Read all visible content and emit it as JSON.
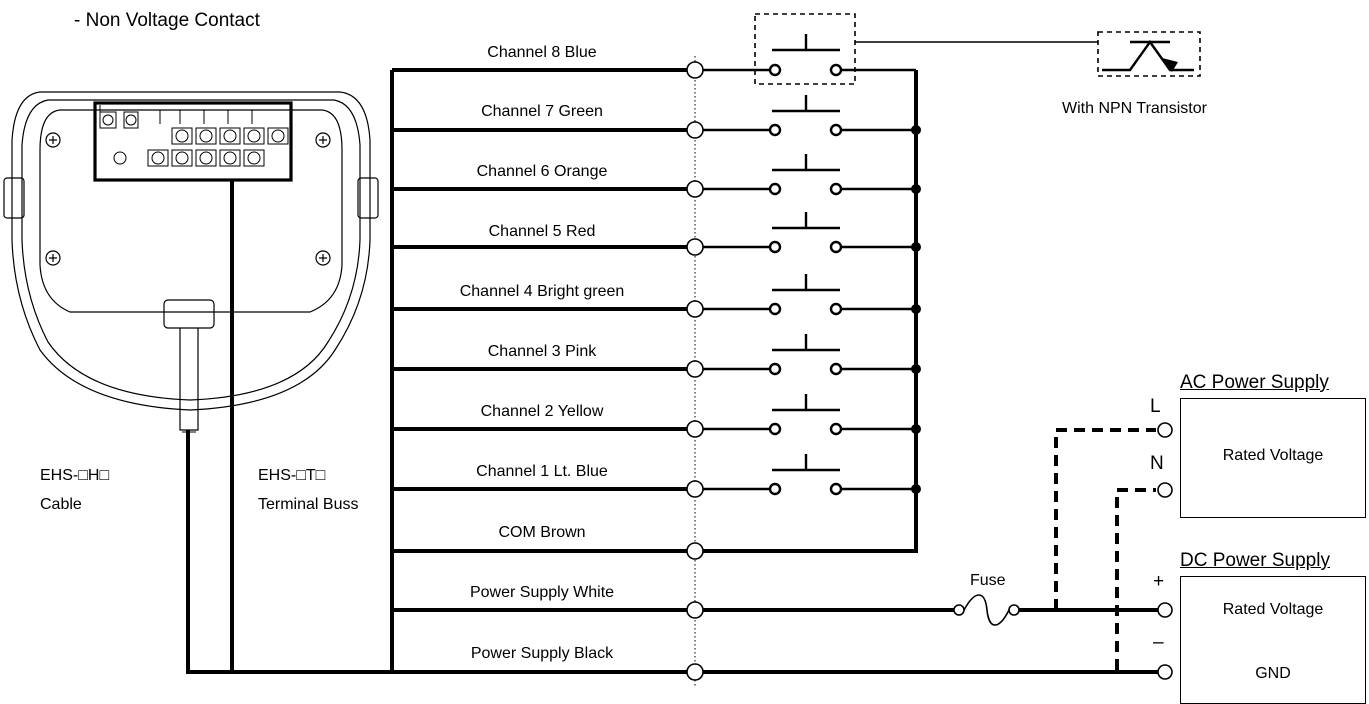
{
  "heading": "- Non Voltage Contact",
  "channels": [
    {
      "label": "Channel 8 Blue"
    },
    {
      "label": "Channel 7 Green"
    },
    {
      "label": "Channel 6 Orange"
    },
    {
      "label": "Channel 5 Red"
    },
    {
      "label": "Channel 4 Bright green"
    },
    {
      "label": "Channel 3 Pink"
    },
    {
      "label": "Channel 2 Yellow"
    },
    {
      "label": "Channel 1 Lt. Blue"
    },
    {
      "label": "COM Brown"
    },
    {
      "label": "Power Supply White"
    },
    {
      "label": "Power Supply Black"
    }
  ],
  "npn_label": "With NPN Transistor",
  "cable": {
    "model": "EHS-□H□",
    "type": "Cable"
  },
  "terminal": {
    "model": "EHS-□T□",
    "type": "Terminal Buss"
  },
  "fuse_label": "Fuse",
  "ac_supply": {
    "title": "AC Power Supply",
    "body": "Rated Voltage",
    "l": "L",
    "n": "N"
  },
  "dc_supply": {
    "title": "DC Power Supply",
    "rated": "Rated Voltage",
    "gnd": "GND",
    "plus": "+",
    "minus": "–"
  }
}
